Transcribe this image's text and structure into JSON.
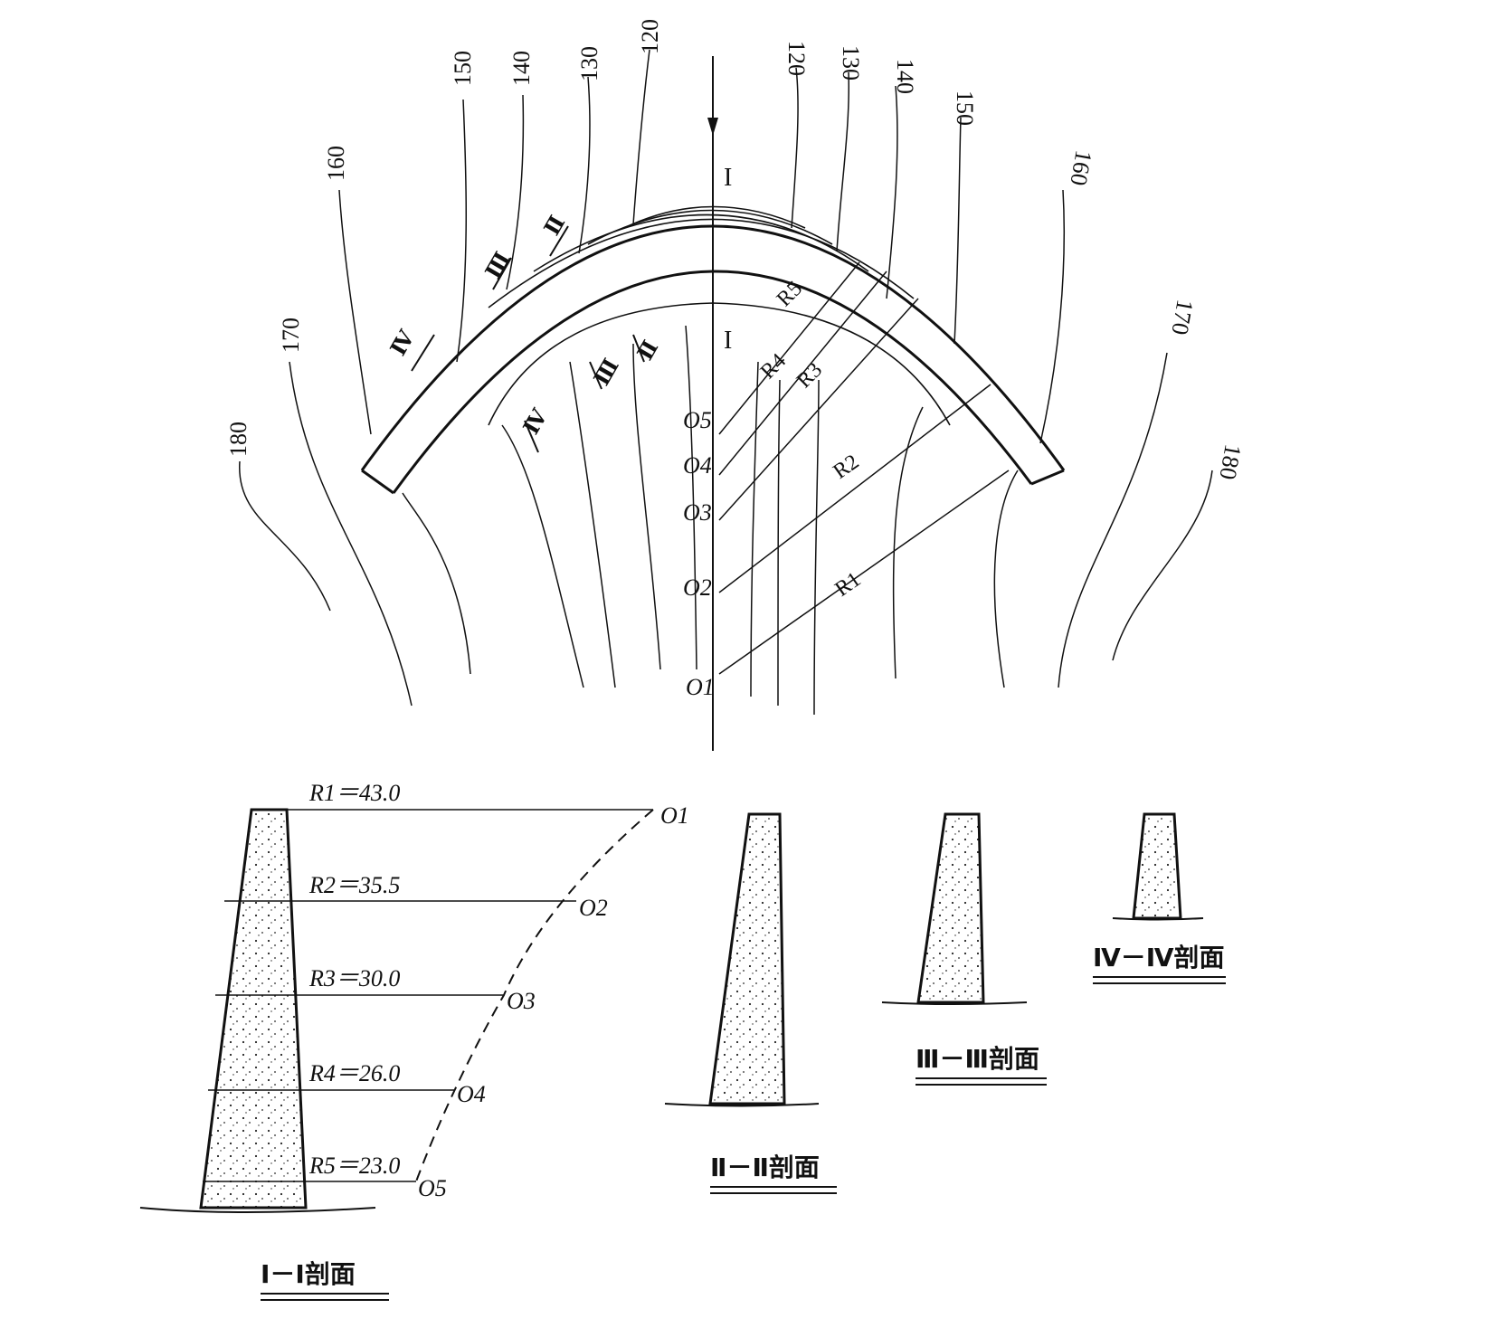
{
  "plan": {
    "contours_left": [
      "150",
      "140",
      "130",
      "120",
      "160",
      "170",
      "180"
    ],
    "contours_right": [
      "120",
      "130",
      "140",
      "150",
      "160",
      "170",
      "180"
    ],
    "section_marks": {
      "upstream": [
        "Ⅱ",
        "Ⅲ",
        "Ⅳ"
      ],
      "downstream": [
        "Ⅱ",
        "Ⅲ",
        "Ⅳ"
      ],
      "axis_top": "I",
      "axis_bottom": "I"
    },
    "centers": [
      "O5",
      "O4",
      "O3",
      "O2",
      "O1"
    ],
    "radii": [
      "R5",
      "R4",
      "R3",
      "R2",
      "R1"
    ]
  },
  "section_1": {
    "caption": "Ⅰ－Ⅰ剖面",
    "radii": [
      {
        "label": "R1＝43.0",
        "center": "O1"
      },
      {
        "label": "R2＝35.5",
        "center": "O2"
      },
      {
        "label": "R3＝30.0",
        "center": "O3"
      },
      {
        "label": "R4＝26.0",
        "center": "O4"
      },
      {
        "label": "R5＝23.0",
        "center": "O5"
      }
    ]
  },
  "section_2": {
    "caption": "Ⅱ－Ⅱ剖面"
  },
  "section_3": {
    "caption": "Ⅲ－Ⅲ剖面"
  },
  "section_4": {
    "caption": "Ⅳ－Ⅳ剖面"
  },
  "colors": {
    "ink": "#111111",
    "background": "#ffffff"
  }
}
